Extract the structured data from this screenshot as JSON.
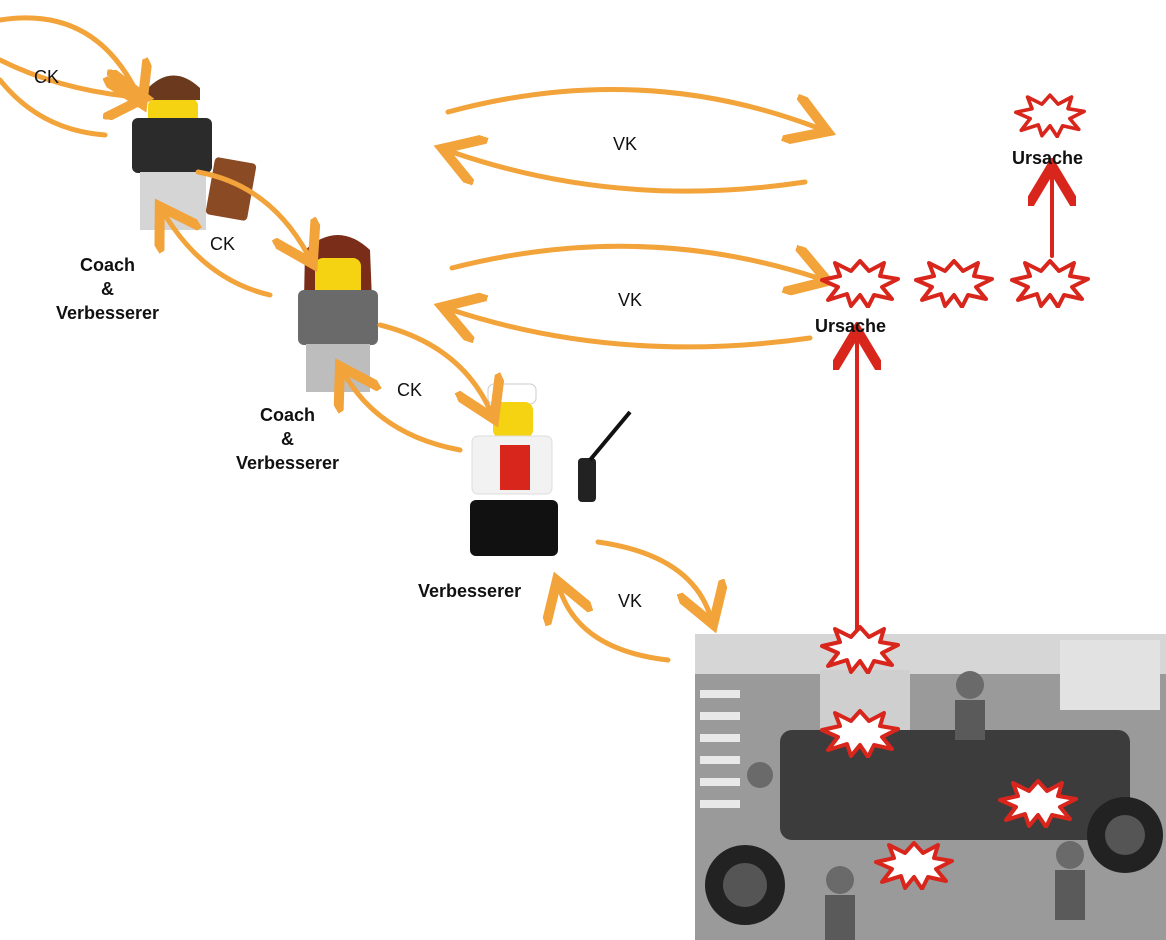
{
  "loops": {
    "ck_top": "CK",
    "ck_mid": "CK",
    "ck_low": "CK",
    "vk_top": "VK",
    "vk_mid": "VK",
    "vk_low": "VK"
  },
  "roles": {
    "top": {
      "line1": "Coach",
      "line2": "&",
      "line3": "Verbesserer"
    },
    "mid": {
      "line1": "Coach",
      "line2": "&",
      "line3": "Verbesserer"
    },
    "bottom": "Verbesserer"
  },
  "causes": {
    "top": "Ursache",
    "mid": "Ursache"
  },
  "colors": {
    "loop_arrow": "#f2a33a",
    "cause_star": "#d8261c",
    "photo_gray": "#8a8a8a"
  }
}
